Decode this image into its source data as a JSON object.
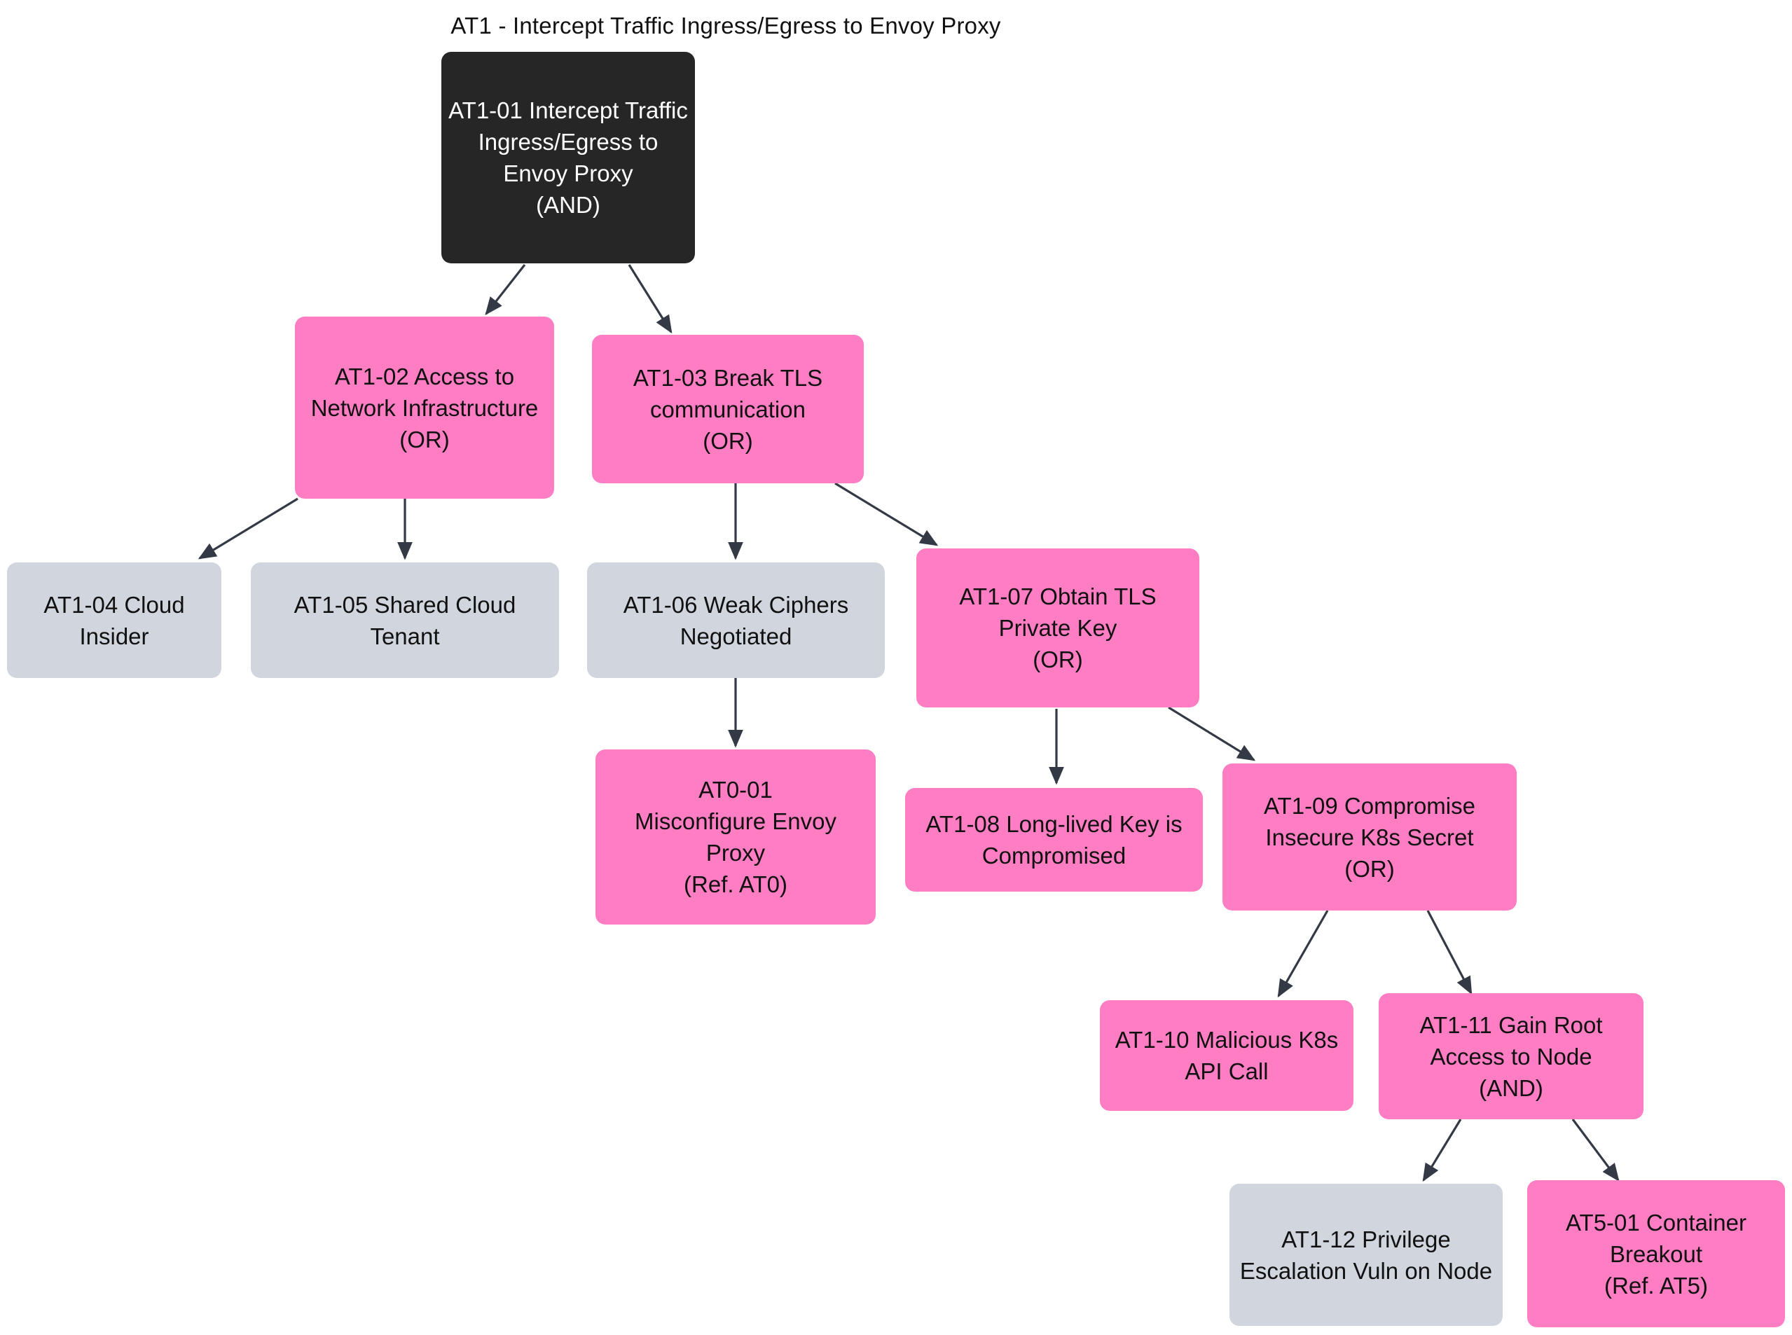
{
  "title": "AT1 - Intercept Traffic Ingress/Egress to Envoy Proxy",
  "colors": {
    "root_fill": "#262626",
    "root_text": "#ffffff",
    "pink_fill": "#ff7ec3",
    "grey_fill": "#d1d5de",
    "node_text": "#111111",
    "edge_stroke": "#333a45",
    "background": "#ffffff"
  },
  "chart_data": {
    "type": "tree",
    "title": "AT1 - Intercept Traffic Ingress/Egress to Envoy Proxy",
    "nodes": [
      {
        "id": "AT1-01",
        "label": "AT1-01 Intercept Traffic Ingress/Egress to Envoy Proxy\n(AND)",
        "gate": "AND",
        "style": "root"
      },
      {
        "id": "AT1-02",
        "label": "AT1-02 Access to Network Infrastructure\n(OR)",
        "gate": "OR",
        "style": "pink"
      },
      {
        "id": "AT1-03",
        "label": "AT1-03 Break TLS communication\n(OR)",
        "gate": "OR",
        "style": "pink"
      },
      {
        "id": "AT1-04",
        "label": "AT1-04 Cloud Insider",
        "gate": "",
        "style": "grey"
      },
      {
        "id": "AT1-05",
        "label": "AT1-05 Shared Cloud Tenant",
        "gate": "",
        "style": "grey"
      },
      {
        "id": "AT1-06",
        "label": "AT1-06 Weak Ciphers Negotiated",
        "gate": "",
        "style": "grey"
      },
      {
        "id": "AT1-07",
        "label": "AT1-07 Obtain TLS Private Key\n(OR)",
        "gate": "OR",
        "style": "pink"
      },
      {
        "id": "AT0-01",
        "label": "AT0-01\nMisconfigure Envoy Proxy\n(Ref. AT0)",
        "gate": "",
        "style": "pink"
      },
      {
        "id": "AT1-08",
        "label": "AT1-08 Long-lived Key is Compromised",
        "gate": "",
        "style": "pink"
      },
      {
        "id": "AT1-09",
        "label": "AT1-09 Compromise Insecure K8s Secret\n(OR)",
        "gate": "OR",
        "style": "pink"
      },
      {
        "id": "AT1-10",
        "label": "AT1-10 Malicious K8s API Call",
        "gate": "",
        "style": "pink"
      },
      {
        "id": "AT1-11",
        "label": "AT1-11 Gain Root Access to Node\n(AND)",
        "gate": "AND",
        "style": "pink"
      },
      {
        "id": "AT1-12",
        "label": "AT1-12 Privilege Escalation Vuln on Node",
        "gate": "",
        "style": "grey"
      },
      {
        "id": "AT5-01",
        "label": "AT5-01 Container Breakout\n(Ref. AT5)",
        "gate": "",
        "style": "pink"
      }
    ],
    "edges": [
      {
        "from": "AT1-01",
        "to": "AT1-02"
      },
      {
        "from": "AT1-01",
        "to": "AT1-03"
      },
      {
        "from": "AT1-02",
        "to": "AT1-04"
      },
      {
        "from": "AT1-02",
        "to": "AT1-05"
      },
      {
        "from": "AT1-03",
        "to": "AT1-06"
      },
      {
        "from": "AT1-03",
        "to": "AT1-07"
      },
      {
        "from": "AT1-06",
        "to": "AT0-01"
      },
      {
        "from": "AT1-07",
        "to": "AT1-08"
      },
      {
        "from": "AT1-07",
        "to": "AT1-09"
      },
      {
        "from": "AT1-09",
        "to": "AT1-10"
      },
      {
        "from": "AT1-09",
        "to": "AT1-11"
      },
      {
        "from": "AT1-11",
        "to": "AT1-12"
      },
      {
        "from": "AT1-11",
        "to": "AT5-01"
      }
    ]
  },
  "nodes": {
    "at1_01": "AT1-01 Intercept Traffic Ingress/Egress to Envoy Proxy\n(AND)",
    "at1_02": "AT1-02 Access to Network Infrastructure\n(OR)",
    "at1_03": "AT1-03 Break TLS communication\n(OR)",
    "at1_04": "AT1-04 Cloud Insider",
    "at1_05": "AT1-05 Shared Cloud Tenant",
    "at1_06": "AT1-06 Weak Ciphers Negotiated",
    "at1_07": "AT1-07 Obtain TLS Private Key\n(OR)",
    "at0_01": "AT0-01\nMisconfigure Envoy Proxy\n(Ref. AT0)",
    "at1_08": "AT1-08 Long-lived Key is Compromised",
    "at1_09": "AT1-09 Compromise Insecure K8s Secret\n(OR)",
    "at1_10": "AT1-10 Malicious K8s API Call",
    "at1_11": "AT1-11 Gain Root Access to Node\n(AND)",
    "at1_12": "AT1-12 Privilege Escalation Vuln on Node",
    "at5_01": "AT5-01 Container Breakout\n(Ref. AT5)"
  }
}
